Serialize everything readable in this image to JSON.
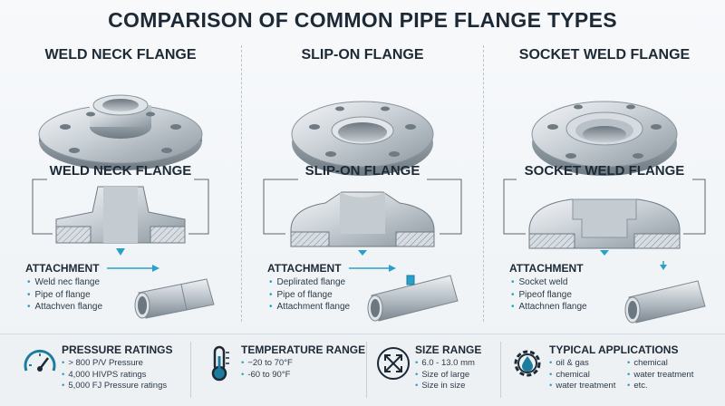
{
  "title": "COMPARISON OF COMMON PIPE FLANGE TYPES",
  "columns": [
    {
      "heading": "WELD NECK FLANGE",
      "section_label": "WELD NECK FLANGE",
      "attachment_title": "ATTACHMENT",
      "attachment_items": [
        "Weld nec flange",
        "Pipe of flange",
        "Attachven flange"
      ]
    },
    {
      "heading": "SLIP-ON FLANGE",
      "section_label": "SLIP-ON FLANGE",
      "attachment_title": "ATTACHMENT",
      "attachment_items": [
        "Deplirated flange",
        "Pipe of flange",
        "Attachment flange"
      ]
    },
    {
      "heading": "SOCKET WELD FLANGE",
      "section_label": "SOCKET WELD FLANGE",
      "attachment_title": "ATTACHMENT",
      "attachment_items": [
        "Socket weld",
        "Pipeof flange",
        "Attachnen flange"
      ]
    }
  ],
  "specs": {
    "pressure": {
      "icon": "gauge-icon",
      "title": "PRESSURE RATINGS",
      "items": [
        "> 800 P/V Pressure",
        "4,000 HIVPS ratings",
        "5,000 FJ Pressure ratings"
      ]
    },
    "temperature": {
      "icon": "thermometer-icon",
      "title": "TEMPERATURE RANGE",
      "items": [
        "−20 to 70°F",
        "-60 to 90°F"
      ]
    },
    "size": {
      "icon": "expand-arrows-icon",
      "title": "SIZE RANGE",
      "items": [
        "6.0 - 13.0 mm",
        "Size of large",
        "Size in size"
      ]
    },
    "applications": {
      "icon": "gear-drop-icon",
      "title": "TYPICAL APPLICATIONS",
      "items_col1": [
        "oil & gas",
        "chemical",
        "water treatment"
      ],
      "items_col2": [
        "chemical",
        "water treatment",
        "etc."
      ]
    }
  },
  "colors": {
    "accent": "#2aa0c8",
    "steel_light": "#dfe4e8",
    "steel_dark": "#8a949c",
    "text": "#1d2a36"
  }
}
